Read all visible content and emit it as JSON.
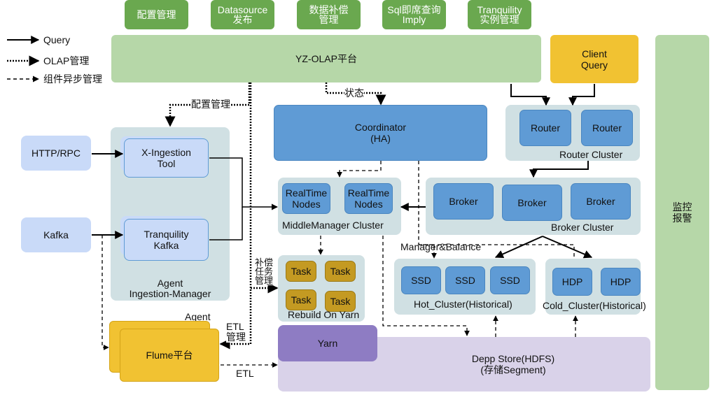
{
  "legend": {
    "query": "Query",
    "olap": "OLAP管理",
    "async": "组件异步管理"
  },
  "top_menu": [
    {
      "line1": "配置管理",
      "line2": ""
    },
    {
      "line1": "Datasource",
      "line2": "发布"
    },
    {
      "line1": "数据补偿",
      "line2": "管理"
    },
    {
      "line1": "Sql即席查询",
      "line2": "Imply"
    },
    {
      "line1": "Tranquility",
      "line2": "实例管理"
    }
  ],
  "platform": "YZ-OLAP平台",
  "client_query": {
    "line1": "Client",
    "line2": "Query"
  },
  "monitor": {
    "line1": "监控",
    "line2": "报警"
  },
  "edge_labels": {
    "config_mgmt": "配置管理",
    "status": "状态",
    "compensate": [
      "补偿",
      "任务",
      "管理"
    ],
    "etl_mgmt": [
      "ETL",
      "管理"
    ],
    "etl": "ETL",
    "manager_balance": "Manager&Balance"
  },
  "sources": {
    "http": "HTTP/RPC",
    "kafka": "Kafka"
  },
  "ingestion": {
    "x_tool": {
      "line1": "X-Ingestion",
      "line2": "Tool"
    },
    "tranq_kafka": {
      "line1": "Tranquility",
      "line2": "Kafka"
    },
    "agent": "Agent",
    "manager": "Ingestion-Manager"
  },
  "flume": {
    "agent": "Agent",
    "label": "Flume平台"
  },
  "coordinator": {
    "line1": "Coordinator",
    "line2": "(HA)"
  },
  "router_cluster": {
    "router1": "Router",
    "router2": "Router",
    "label": "Router Cluster"
  },
  "middle_manager": {
    "node1": {
      "line1": "RealTime",
      "line2": "Nodes"
    },
    "node2": {
      "line1": "RealTime",
      "line2": "Nodes"
    },
    "label": "MiddleManager Cluster"
  },
  "broker_cluster": {
    "b1": "Broker",
    "b2": "Broker",
    "b3": "Broker",
    "label": "Broker Cluster"
  },
  "rebuild": {
    "tasks": [
      "Task",
      "Task",
      "Task",
      "Task"
    ],
    "label": "Rebuild On Yarn"
  },
  "hot_cluster": {
    "ssd1": "SSD",
    "ssd2": "SSD",
    "ssd3": "SSD",
    "label": "Hot_Cluster(Historical)"
  },
  "cold_cluster": {
    "hdp1": "HDP",
    "hdp2": "HDP",
    "label": "Cold_Cluster(Historical)"
  },
  "deep_store": {
    "yarn": "Yarn",
    "line1": "Depp Store(HDFS)",
    "line2": "(存储Segment)"
  },
  "colors": {
    "top_menu": "#6aa84f",
    "platform": "#b6d7a8",
    "panel": "#d0e0e3",
    "node": "#5f9bd5",
    "source": "#c9daf8",
    "client": "#f1c232",
    "task": "#c49a22",
    "yarn": "#8e7cc3",
    "deep_store": "#d9d2e9"
  }
}
